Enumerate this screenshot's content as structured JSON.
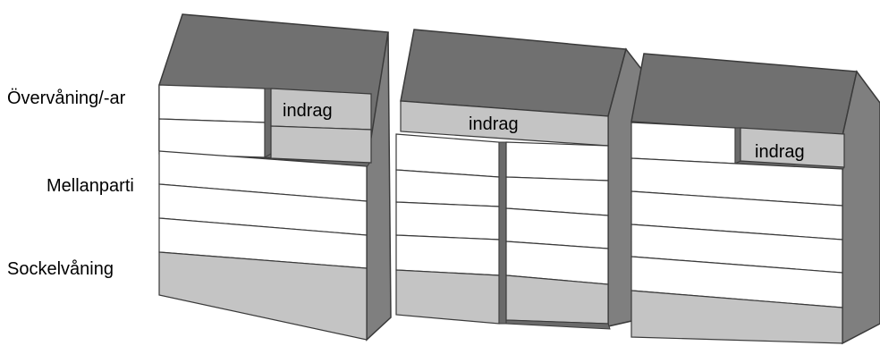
{
  "labels": {
    "upper_floors": "Övervåning/-ar",
    "middle_part": "Mellanparti",
    "base_floor": "Sockelvåning"
  },
  "buildings": [
    {
      "indrag_label": "indrag"
    },
    {
      "indrag_label": "indrag"
    },
    {
      "indrag_label": "indrag"
    }
  ]
}
